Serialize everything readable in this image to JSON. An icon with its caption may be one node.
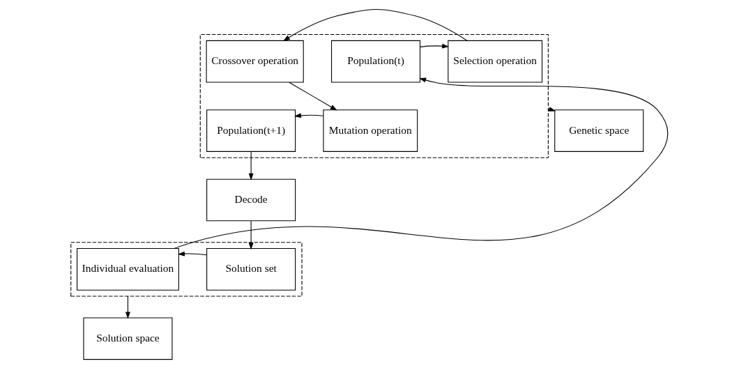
{
  "diagram": {
    "nodes": [
      {
        "text": [],
        "shape": "box"
      },
      {
        "text": [
          "Population(t)"
        ],
        "in": 0
      },
      {
        "text": [
          "Selection operation"
        ],
        "in": 0
      },
      {
        "text": [
          "Crossover operation"
        ],
        "in": 0
      },
      {
        "text": [
          "Population(t+1)"
        ],
        "in": 0
      },
      {
        "text": [
          "Mutation operation"
        ],
        "in": 0
      },
      {
        "text": [
          "Genetic space"
        ]
      },
      {
        "text": [
          "Decode"
        ]
      },
      {
        "text": [],
        "shape": "box"
      },
      {
        "text": [
          "Individual evaluation"
        ],
        "in": 8
      },
      {
        "text": [
          "Solution set"
        ],
        "in": 8
      },
      {
        "text": [
          "Solution space"
        ]
      }
    ],
    "edges": [
      {
        "from": 1,
        "to": 2,
        "arrow": "to"
      },
      {
        "from": 2,
        "to": 3,
        "arrow": "to"
      },
      {
        "from": 3,
        "to": 5,
        "arrow": "to"
      },
      {
        "from": 5,
        "to": 4,
        "arrow": "to"
      },
      {
        "from": 4,
        "to": 7,
        "arrow": "to"
      },
      {
        "from": 7,
        "to": 10,
        "arrow": "to"
      },
      {
        "from": 10,
        "to": 9,
        "arrow": "to"
      },
      {
        "from": 9,
        "to": 1,
        "arrow": "to"
      },
      {
        "from": 0,
        "to": 6,
        "arrow": "to"
      },
      {
        "from": 8,
        "to": 11,
        "arrow": "to"
      }
    ]
  }
}
